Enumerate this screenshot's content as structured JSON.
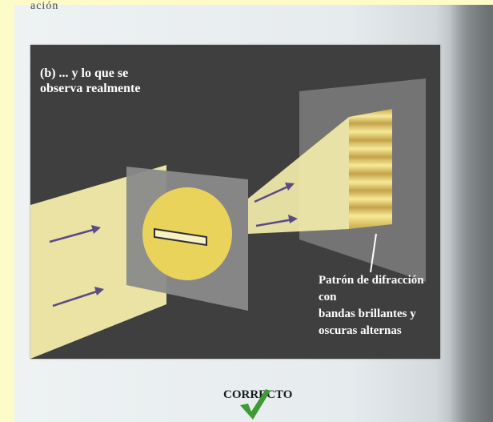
{
  "top_cut_text": "ación",
  "figure": {
    "caption": "(b) ... y lo que se\nobserva realmente",
    "pattern_label": "Patrón de difracción con\nbandas brillantes y\noscuras alternas"
  },
  "verdict": {
    "label": "CORRECTO",
    "icon": "check-mark-icon"
  },
  "colors": {
    "panel": "#3f3f3f",
    "light_beam": "#f3ecaa",
    "aperture": "#e9d35a",
    "arrow": "#5a4a86",
    "check": "#3d9a34"
  }
}
